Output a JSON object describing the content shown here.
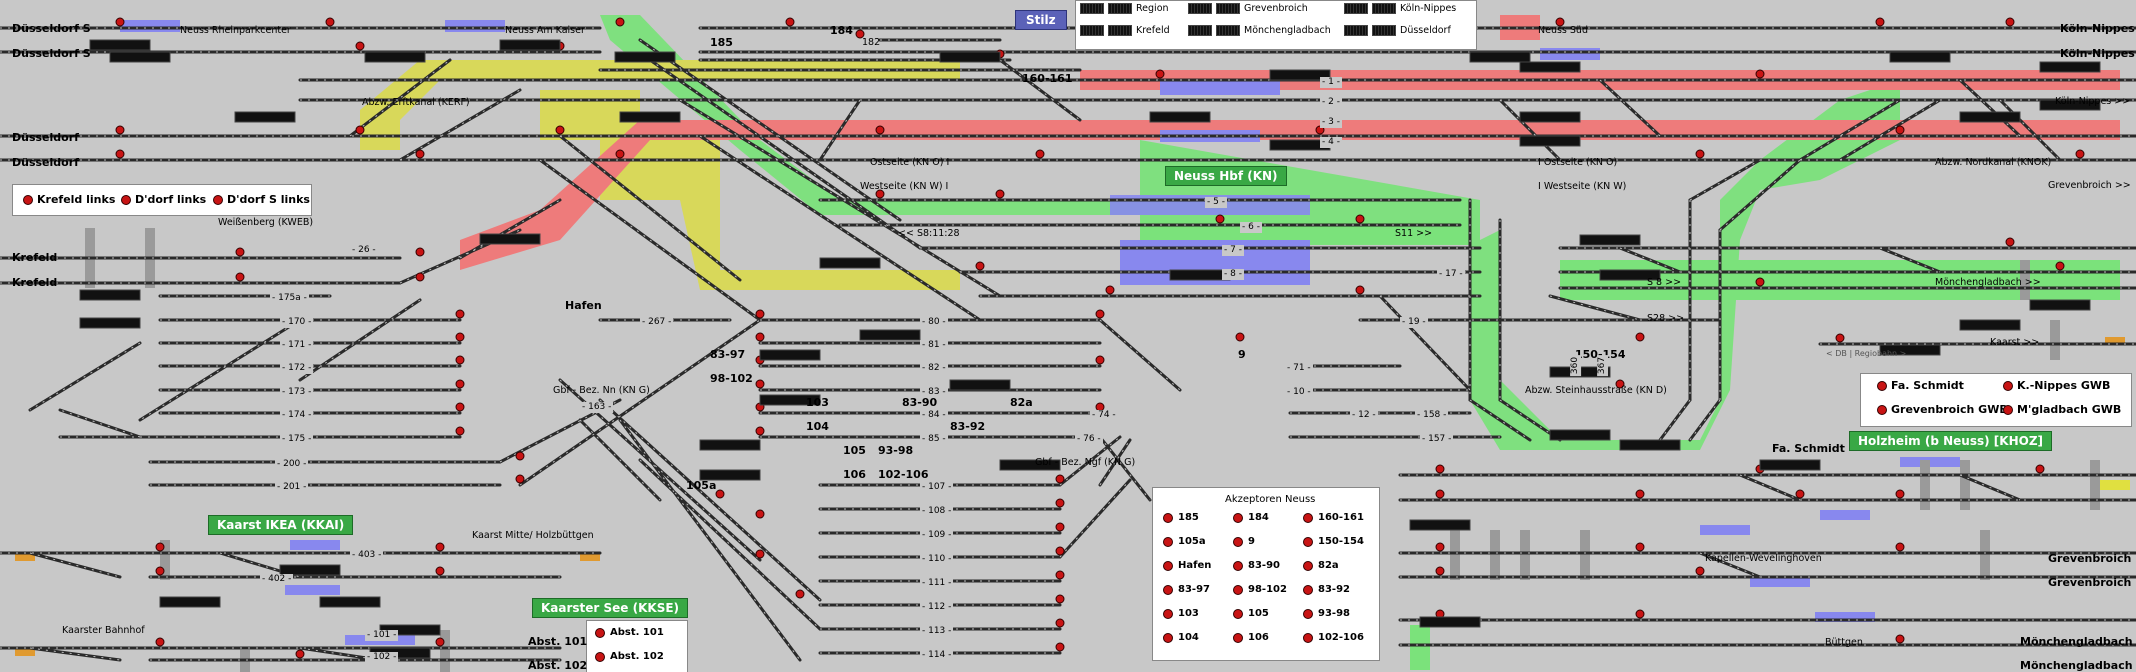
{
  "legend_top": {
    "items": [
      "Region",
      "Grevenbroich",
      "Köln-Nippes",
      "Krefeld",
      "Mönchengladbach",
      "Düsseldorf"
    ]
  },
  "stilz": "Stilz",
  "places": {
    "duesseldorf_s_1": "Düsseldorf S",
    "duesseldorf_s_2": "Düsseldorf S",
    "duesseldorf_1": "Düsseldorf",
    "duesseldorf_2": "Düsseldorf",
    "krefeld_1": "Krefeld",
    "krefeld_2": "Krefeld",
    "koeln_nippes_1": "Köln-Nippes",
    "koeln_nippes_2": "Köln-Nippes",
    "koeln_nippes_arrow": "Köln-Nippes >>",
    "grevenbroich_arrow": "Grevenbroich >>",
    "moenchengladbach_arrow": "Mönchengladbach >>",
    "kaarst_arrow": "Kaarst >>",
    "grevenbroich_1": "Grevenbroich",
    "grevenbroich_2": "Grevenbroich",
    "moenchengladbach_1": "Mönchengladbach",
    "moenchengladbach_2": "Mönchengladbach"
  },
  "labels": {
    "neuss_rheinparkcenter": "Neuss Rheinparkcenter",
    "neuss_am_kaiser": "Neuss Am Kaiser",
    "neuss_sued": "Neuss Süd",
    "abzw_erftkanal": "Abzw. Erftkanal (KERF)",
    "ostseite": "Ostseite (KN O) I",
    "westseite_left": "Westseite (KN W) I",
    "ostseite_right": "I Ostseite (KN O)",
    "westseite_right": "I Westseite (KN W)",
    "abzw_nordkanal": "Abzw. Nordkanal (KNOK)",
    "weissenberg": "Weißenberg (KWEB)",
    "hafen": "Hafen",
    "s11": "S11 >>",
    "s8": "S 8 >>",
    "s28": "S28 >>",
    "time": "<< S8:11:28",
    "db_regio": "< DB | Regiobahn >",
    "gbf_nn": "Gbf - Bez. Nn (KN G)",
    "gbf_ngf": "Gbf - Bez. Ngf (KN G)",
    "abzw_steinhaus": "Abzw. Steinhausstraße (KN D)",
    "kaarster_bahnhof": "Kaarster Bahnhof",
    "kaarst_mitte": "Kaarst Mitte/ Holzbüttgen",
    "kapellen": "Kapellen-Wevelinghoven",
    "buettgen": "Büttgen",
    "fa_schmidt": "Fa. Schmidt"
  },
  "stations": {
    "neuss_hbf": "Neuss Hbf (KN)",
    "holzheim": "Holzheim (b Neuss) [KHOZ]",
    "kaarst_ikea": "Kaarst IKEA (KKAI)",
    "kaarster_see": "Kaarster See (KKSE)"
  },
  "links": [
    "Krefeld links",
    "D'dorf links",
    "D'dorf S links"
  ],
  "signal_groups": [
    "185",
    "184",
    "182",
    "160-161",
    "83-97",
    "98-102",
    "103",
    "104",
    "105",
    "106",
    "105a",
    "83-90",
    "83-92",
    "82a",
    "93-98",
    "102-106",
    "9",
    "150-154",
    "Abst. 101",
    "Abst. 102"
  ],
  "track_numbers": [
    "1",
    "2",
    "3",
    "4",
    "5",
    "6",
    "7",
    "8",
    "26",
    "17",
    "19",
    "267",
    "170",
    "171",
    "172",
    "173",
    "174",
    "175",
    "175a",
    "200",
    "201",
    "80",
    "81",
    "82",
    "83",
    "84",
    "85",
    "107",
    "108",
    "109",
    "110",
    "111",
    "112",
    "113",
    "114",
    "71",
    "10",
    "12",
    "158",
    "157",
    "403",
    "402",
    "101",
    "102",
    "163",
    "76",
    "74",
    "360",
    "367"
  ],
  "right_buttons": [
    "Fa. Schmidt",
    "K.-Nippes GWB",
    "Grevenbroich GWB",
    "M'gladbach GWB"
  ],
  "akzeptoren": {
    "title": "Akzeptoren Neuss",
    "items": [
      "185",
      "184",
      "160-161",
      "105a",
      "9",
      "150-154",
      "Hafen",
      "83-90",
      "82a",
      "83-97",
      "98-102",
      "83-92",
      "103",
      "105",
      "93-98",
      "104",
      "106",
      "102-106"
    ]
  },
  "abst_panel": [
    "Abst. 101",
    "Abst. 102"
  ],
  "colors": {
    "background": "#c8c8c8",
    "track": "#2a2a2a",
    "route_green": "#7be27b",
    "route_yellow": "#d8d85a",
    "route_red": "#ee7b7b",
    "occupied_blue": "#8888ee",
    "signal_red": "#c81414",
    "station_green": "#39a845"
  }
}
